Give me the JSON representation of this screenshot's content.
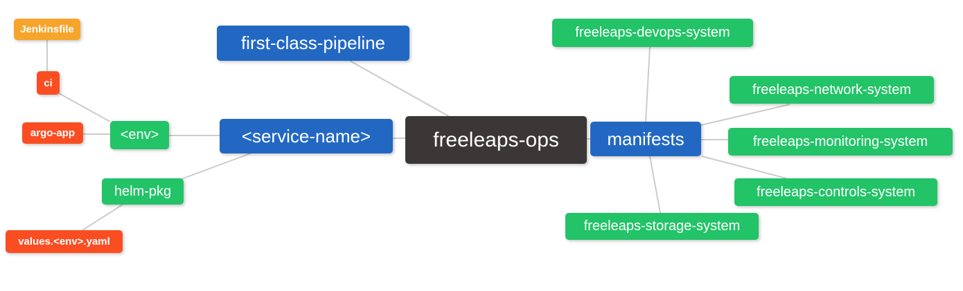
{
  "diagram": {
    "type": "mindmap"
  },
  "colors": {
    "canvas_bg": "#ffffff",
    "root_bg": "#3b3737",
    "primary_bg": "#2268c3",
    "secondary_bg": "#23c368",
    "orange_bg": "#f7a42b",
    "red_bg": "#fa4e22",
    "text": "#ffffff",
    "edge": "#cccccc"
  },
  "nodes": [
    {
      "id": "jenkinsfile",
      "label": "Jenkinsfile",
      "role": "leaf-orange"
    },
    {
      "id": "ci",
      "label": "ci",
      "role": "leaf-red"
    },
    {
      "id": "argo-app",
      "label": "argo-app",
      "role": "leaf-red"
    },
    {
      "id": "env",
      "label": "<env>",
      "role": "secondary"
    },
    {
      "id": "helm-pkg",
      "label": "helm-pkg",
      "role": "secondary"
    },
    {
      "id": "values-env-yaml",
      "label": "values.<env>.yaml",
      "role": "leaf-red"
    },
    {
      "id": "first-class-pipeline",
      "label": "first-class-pipeline",
      "role": "primary"
    },
    {
      "id": "service-name",
      "label": "<service-name>",
      "role": "primary"
    },
    {
      "id": "freeleaps-ops",
      "label": "freeleaps-ops",
      "role": "root"
    },
    {
      "id": "manifests",
      "label": "manifests",
      "role": "primary"
    },
    {
      "id": "devops-system",
      "label": "freeleaps-devops-system",
      "role": "secondary"
    },
    {
      "id": "network-system",
      "label": "freeleaps-network-system",
      "role": "secondary"
    },
    {
      "id": "monitoring-system",
      "label": "freeleaps-monitoring-system",
      "role": "secondary"
    },
    {
      "id": "controls-system",
      "label": "freeleaps-controls-system",
      "role": "secondary"
    },
    {
      "id": "storage-system",
      "label": "freeleaps-storage-system",
      "role": "secondary"
    }
  ],
  "edges": [
    {
      "from": "Jenkinsfile",
      "to": "ci"
    },
    {
      "from": "ci",
      "to": "<env>"
    },
    {
      "from": "argo-app",
      "to": "<env>"
    },
    {
      "from": "<env>",
      "to": "<service-name>"
    },
    {
      "from": "helm-pkg",
      "to": "<service-name>"
    },
    {
      "from": "values.<env>.yaml",
      "to": "helm-pkg"
    },
    {
      "from": "first-class-pipeline",
      "to": "freeleaps-ops"
    },
    {
      "from": "<service-name>",
      "to": "freeleaps-ops"
    },
    {
      "from": "freeleaps-ops",
      "to": "manifests"
    },
    {
      "from": "manifests",
      "to": "freeleaps-devops-system"
    },
    {
      "from": "manifests",
      "to": "freeleaps-network-system"
    },
    {
      "from": "manifests",
      "to": "freeleaps-monitoring-system"
    },
    {
      "from": "manifests",
      "to": "freeleaps-controls-system"
    },
    {
      "from": "manifests",
      "to": "freeleaps-storage-system"
    }
  ]
}
